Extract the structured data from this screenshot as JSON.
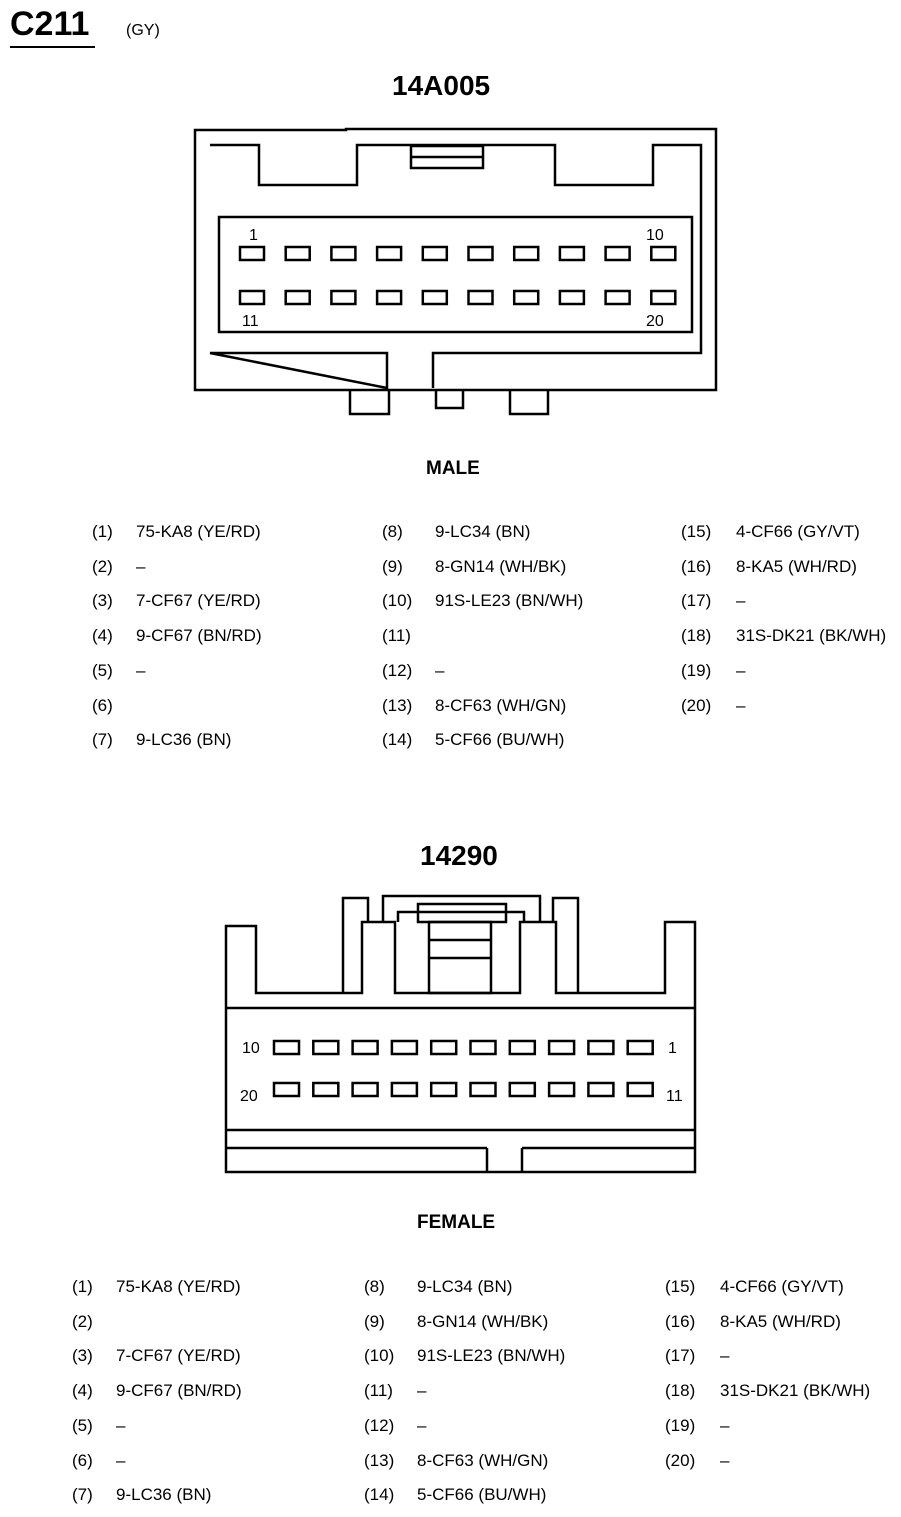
{
  "connector": {
    "id": "C211",
    "color": "(GY)"
  },
  "male": {
    "part_number": "14A005",
    "label": "MALE",
    "cavity_labels": {
      "top_left": "1",
      "top_right": "10",
      "bottom_left": "11",
      "bottom_right": "20"
    },
    "pins": [
      {
        "num": "(1)",
        "wire": "75-KA8 (YE/RD)"
      },
      {
        "num": "(2)",
        "wire": "–"
      },
      {
        "num": "(3)",
        "wire": "7-CF67 (YE/RD)"
      },
      {
        "num": "(4)",
        "wire": "9-CF67 (BN/RD)"
      },
      {
        "num": "(5)",
        "wire": "–"
      },
      {
        "num": "(6)",
        "wire": ""
      },
      {
        "num": "(7)",
        "wire": "9-LC36 (BN)"
      },
      {
        "num": "(8)",
        "wire": "9-LC34 (BN)"
      },
      {
        "num": "(9)",
        "wire": "8-GN14 (WH/BK)"
      },
      {
        "num": "(10)",
        "wire": "91S-LE23 (BN/WH)"
      },
      {
        "num": "(11)",
        "wire": ""
      },
      {
        "num": "(12)",
        "wire": "–"
      },
      {
        "num": "(13)",
        "wire": "8-CF63 (WH/GN)"
      },
      {
        "num": "(14)",
        "wire": "5-CF66 (BU/WH)"
      },
      {
        "num": "(15)",
        "wire": "4-CF66 (GY/VT)"
      },
      {
        "num": "(16)",
        "wire": "8-KA5 (WH/RD)"
      },
      {
        "num": "(17)",
        "wire": "–"
      },
      {
        "num": "(18)",
        "wire": "31S-DK21 (BK/WH)"
      },
      {
        "num": "(19)",
        "wire": "–"
      },
      {
        "num": "(20)",
        "wire": "–"
      }
    ]
  },
  "female": {
    "part_number": "14290",
    "label": "FEMALE",
    "cavity_labels": {
      "top_left": "10",
      "top_right": "1",
      "bottom_left": "20",
      "bottom_right": "11"
    },
    "pins": [
      {
        "num": "(1)",
        "wire": "75-KA8 (YE/RD)"
      },
      {
        "num": "(2)",
        "wire": ""
      },
      {
        "num": "(3)",
        "wire": "7-CF67 (YE/RD)"
      },
      {
        "num": "(4)",
        "wire": "9-CF67 (BN/RD)"
      },
      {
        "num": "(5)",
        "wire": "–"
      },
      {
        "num": "(6)",
        "wire": "–"
      },
      {
        "num": "(7)",
        "wire": "9-LC36 (BN)"
      },
      {
        "num": "(8)",
        "wire": "9-LC34 (BN)"
      },
      {
        "num": "(9)",
        "wire": "8-GN14 (WH/BK)"
      },
      {
        "num": "(10)",
        "wire": "91S-LE23 (BN/WH)"
      },
      {
        "num": "(11)",
        "wire": "–"
      },
      {
        "num": "(12)",
        "wire": "–"
      },
      {
        "num": "(13)",
        "wire": "8-CF63 (WH/GN)"
      },
      {
        "num": "(14)",
        "wire": "5-CF66 (BU/WH)"
      },
      {
        "num": "(15)",
        "wire": "4-CF66 (GY/VT)"
      },
      {
        "num": "(16)",
        "wire": "8-KA5 (WH/RD)"
      },
      {
        "num": "(17)",
        "wire": "–"
      },
      {
        "num": "(18)",
        "wire": "31S-DK21 (BK/WH)"
      },
      {
        "num": "(19)",
        "wire": "–"
      },
      {
        "num": "(20)",
        "wire": "–"
      }
    ]
  }
}
